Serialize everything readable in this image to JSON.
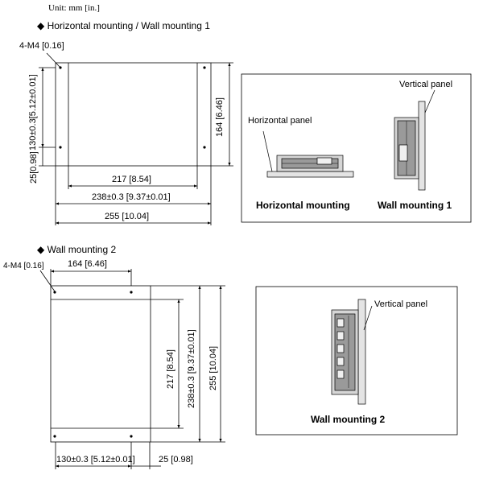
{
  "unit_note": "Unit: mm [in.]",
  "section1": {
    "heading": "◆ Horizontal mounting / Wall mounting 1",
    "hole_label": "4-M4 [0.16]",
    "dim_130": "130±0.3[5.12±0.01]",
    "dim_25": "25[0.98]",
    "dim_164": "164 [6.46]",
    "dim_217": "217 [8.54]",
    "dim_238": "238±0.3 [9.37±0.01]",
    "dim_255": "255 [10.04]"
  },
  "illustration1": {
    "vertical_panel": "Vertical panel",
    "horizontal_panel": "Horizontal panel",
    "caption_horizontal": "Horizontal mounting",
    "caption_wall1": "Wall mounting 1"
  },
  "section2": {
    "heading": "◆ Wall mounting 2",
    "hole_label": "4-M4 [0.16]",
    "dim_164": "164 [6.46]",
    "dim_217": "217 [8.54]",
    "dim_238": "238±0.3 [9.37±0.01]",
    "dim_255": "255 [10.04]",
    "dim_130": "130±0.3 [5.12±0.01]",
    "dim_25": "25 [0.98]"
  },
  "illustration2": {
    "vertical_panel": "Vertical panel",
    "caption_wall2": "Wall mounting 2"
  }
}
